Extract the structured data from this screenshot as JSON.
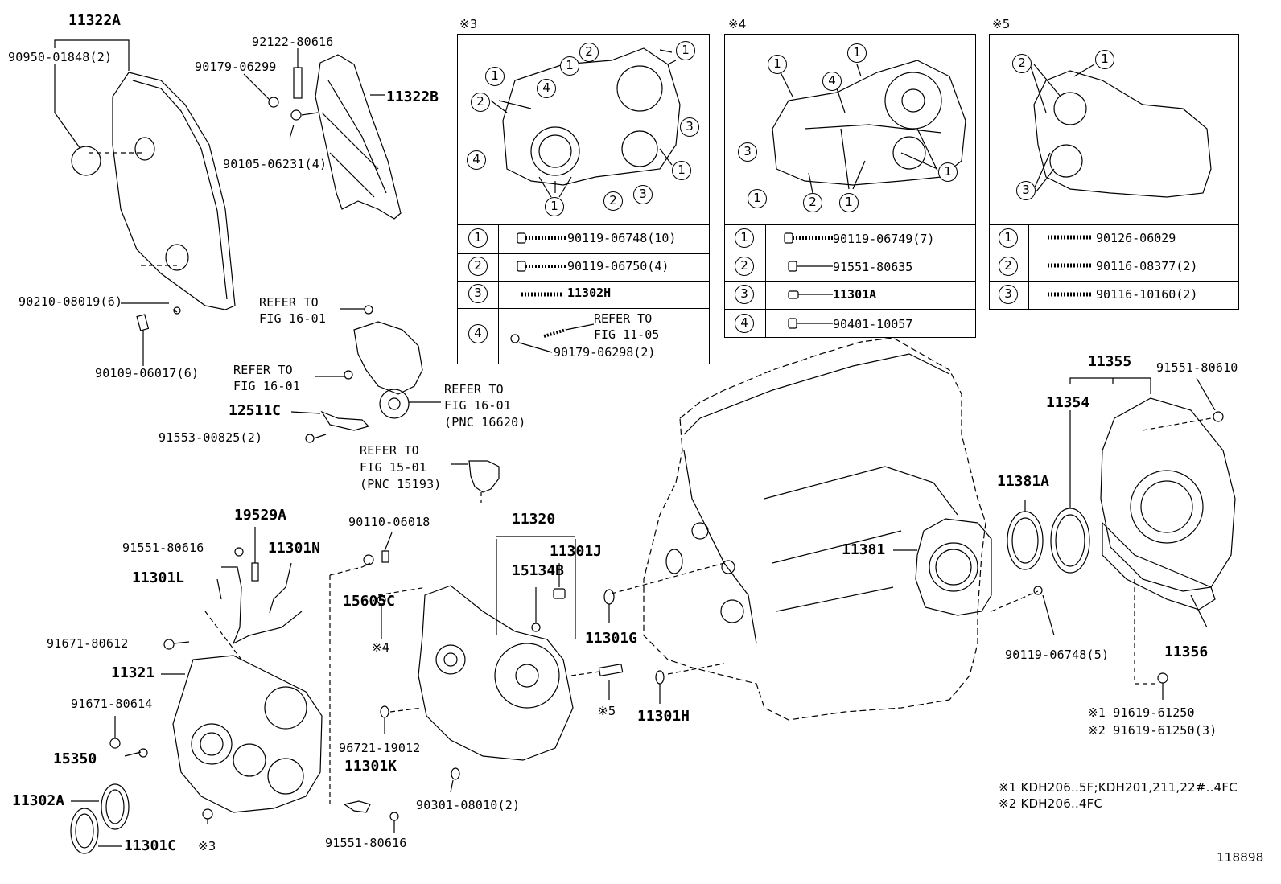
{
  "diagram_id": "118898",
  "parts": {
    "p11322A": "11322A",
    "p90950": "90950-01848(2)",
    "p92122": "92122-80616",
    "p90179a": "90179-06299",
    "p11322B": "11322B",
    "p90105": "90105-06231(4)",
    "p90210": "90210-08019(6)",
    "p90109": "90109-06017(6)",
    "ref1601a_1": "REFER TO",
    "ref1601a_2": "FIG 16-01",
    "ref1601b_1": "REFER TO",
    "ref1601b_2": "FIG 16-01",
    "ref1601c_1": "REFER TO",
    "ref1601c_2": "FIG 16-01",
    "ref1601c_3": "(PNC 16620)",
    "p12511C": "12511C",
    "p91553": "91553-00825(2)",
    "ref1501_1": "REFER TO",
    "ref1501_2": "FIG 15-01",
    "ref1501_3": "(PNC 15193)",
    "p19529A": "19529A",
    "p91551a": "91551-80616",
    "p11301N": "11301N",
    "p11301L": "11301L",
    "p90110": "90110-06018",
    "p15605C": "15605C",
    "p11320": "11320",
    "p11301J": "11301J",
    "p15134B": "15134B",
    "p91671a": "91671-80612",
    "p11321": "11321",
    "m4": "※4",
    "p11301G": "11301G",
    "p91671b": "91671-80614",
    "m5": "※5",
    "p15350": "15350",
    "p96721": "96721-19012",
    "p11301H": "11301H",
    "p11301K": "11301K",
    "p11302A": "11302A",
    "p90301": "90301-08010(2)",
    "p11301C": "11301C",
    "m3": "※3",
    "p91551b": "91551-80616",
    "p11355": "11355",
    "p91551c": "91551-80610",
    "p11354": "11354",
    "p11381A": "11381A",
    "p11381": "11381",
    "p90119": "90119-06748(5)",
    "p11356": "11356",
    "m1line": "※1 91619-61250",
    "m2line": "※2 91619-61250(3)"
  },
  "notes": {
    "n1": "※1 KDH206..5F;KDH201,211,22#..4FC",
    "n2": "※2 KDH206..4FC"
  },
  "box3": {
    "title": "※3",
    "rows": [
      {
        "num": "1",
        "part": "90119-06748(10)"
      },
      {
        "num": "2",
        "part": "90119-06750(4)"
      },
      {
        "num": "3",
        "part": "11302H"
      },
      {
        "num": "4",
        "ref1": "REFER TO",
        "ref2": "FIG 11-05",
        "part": "90179-06298(2)"
      }
    ]
  },
  "box4": {
    "title": "※4",
    "rows": [
      {
        "num": "1",
        "part": "90119-06749(7)"
      },
      {
        "num": "2",
        "part": "91551-80635"
      },
      {
        "num": "3",
        "part": "11301A"
      },
      {
        "num": "4",
        "part": "90401-10057"
      }
    ]
  },
  "box5": {
    "title": "※5",
    "rows": [
      {
        "num": "1",
        "part": "90126-06029"
      },
      {
        "num": "2",
        "part": "90116-08377(2)"
      },
      {
        "num": "3",
        "part": "90116-10160(2)"
      }
    ]
  }
}
